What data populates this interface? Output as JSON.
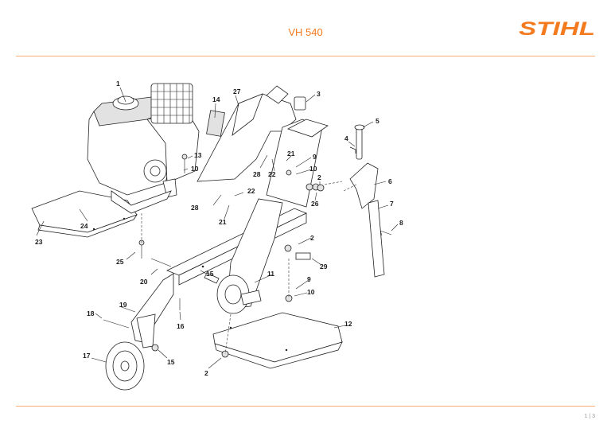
{
  "header": {
    "title": "VH 540",
    "brand": "STIHL"
  },
  "colors": {
    "brand": "#f37a1f",
    "rule": "#f5b07a",
    "text": "#1a1a1a"
  },
  "callouts": [
    {
      "id": "c1",
      "label": "1"
    },
    {
      "id": "c2a",
      "label": "2"
    },
    {
      "id": "c2b",
      "label": "2"
    },
    {
      "id": "c2c",
      "label": "2"
    },
    {
      "id": "c3",
      "label": "3"
    },
    {
      "id": "c4",
      "label": "4"
    },
    {
      "id": "c5",
      "label": "5"
    },
    {
      "id": "c6",
      "label": "6"
    },
    {
      "id": "c7",
      "label": "7"
    },
    {
      "id": "c8",
      "label": "8"
    },
    {
      "id": "c9a",
      "label": "9"
    },
    {
      "id": "c9b",
      "label": "9"
    },
    {
      "id": "c10a",
      "label": "10"
    },
    {
      "id": "c10b",
      "label": "10"
    },
    {
      "id": "c10c",
      "label": "10"
    },
    {
      "id": "c11",
      "label": "11"
    },
    {
      "id": "c12",
      "label": "12"
    },
    {
      "id": "c13",
      "label": "13"
    },
    {
      "id": "c14",
      "label": "14"
    },
    {
      "id": "c15a",
      "label": "15"
    },
    {
      "id": "c15b",
      "label": "15"
    },
    {
      "id": "c16",
      "label": "16"
    },
    {
      "id": "c17",
      "label": "17"
    },
    {
      "id": "c18",
      "label": "18"
    },
    {
      "id": "c19",
      "label": "19"
    },
    {
      "id": "c20",
      "label": "20"
    },
    {
      "id": "c21a",
      "label": "21"
    },
    {
      "id": "c21b",
      "label": "21"
    },
    {
      "id": "c22a",
      "label": "22"
    },
    {
      "id": "c22b",
      "label": "22"
    },
    {
      "id": "c23",
      "label": "23"
    },
    {
      "id": "c24",
      "label": "24"
    },
    {
      "id": "c25",
      "label": "25"
    },
    {
      "id": "c26",
      "label": "26"
    },
    {
      "id": "c27",
      "label": "27"
    },
    {
      "id": "c28a",
      "label": "28"
    },
    {
      "id": "c28b",
      "label": "28"
    },
    {
      "id": "c29",
      "label": "29"
    }
  ],
  "footer": {
    "page": "1 | 3"
  }
}
